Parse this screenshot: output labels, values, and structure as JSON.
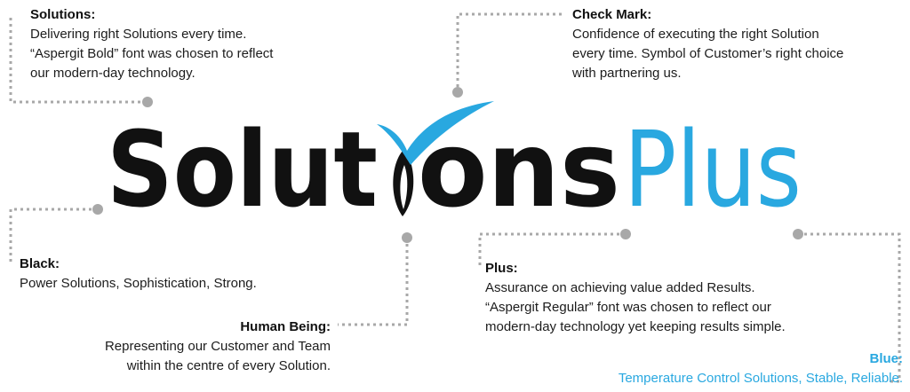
{
  "logo": {
    "part_black": "Solut",
    "part_black_2": "ons",
    "part_blue": "Plus",
    "colors": {
      "black": "#111111",
      "blue": "#29a8e0"
    }
  },
  "annotations": {
    "solutions": {
      "title": "Solutions:",
      "lines": [
        "Delivering right Solutions every time.",
        "“Aspergit Bold” font was chosen to reflect",
        "our modern-day technology."
      ]
    },
    "check_mark": {
      "title": "Check Mark:",
      "lines": [
        "Confidence of executing the right Solution",
        "every time. Symbol of Customer’s right choice",
        "with partnering us."
      ]
    },
    "black": {
      "title": "Black:",
      "lines": [
        "Power Solutions, Sophistication, Strong."
      ]
    },
    "human_being": {
      "title": "Human Being:",
      "lines": [
        "Representing our Customer and Team",
        "within the centre of every Solution."
      ]
    },
    "plus": {
      "title": "Plus:",
      "lines": [
        "Assurance on achieving value added Results.",
        "“Aspergit Regular” font was chosen to reflect our",
        "modern-day technology yet keeping results simple."
      ]
    },
    "blue": {
      "title": "Blue:",
      "lines": [
        "Temperature Control Solutions, Stable, Reliable."
      ]
    }
  }
}
